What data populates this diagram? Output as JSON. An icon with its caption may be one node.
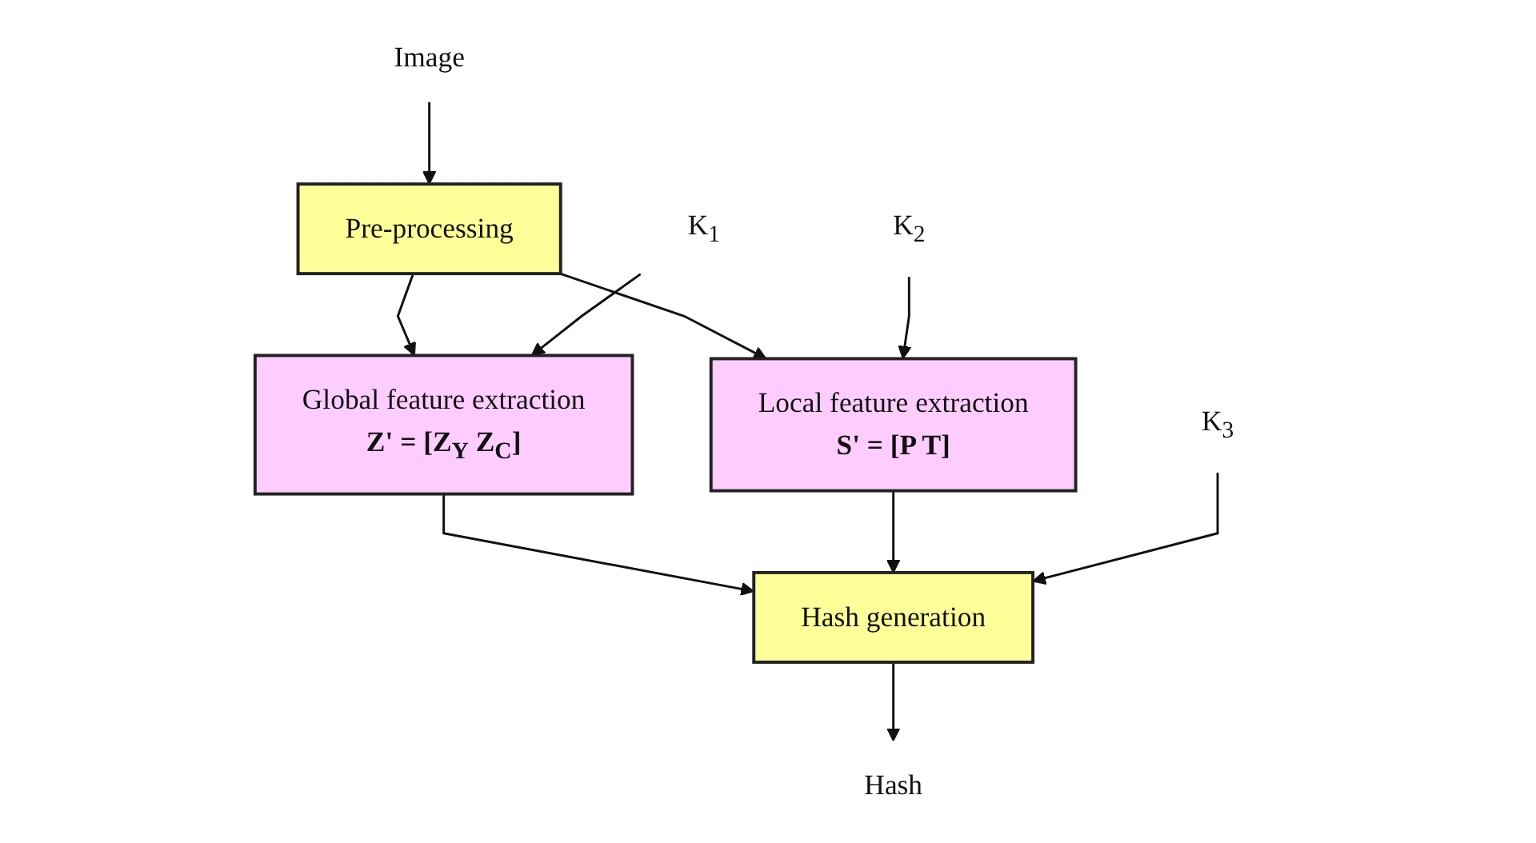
{
  "diagram": {
    "nodes": [
      {
        "text": [
          "Image"
        ]
      },
      {
        "text": [
          "Pre-processing"
        ]
      },
      {
        "text": [
          "K$_{1}$"
        ]
      },
      {
        "text": [
          "Global feature extraction",
          "Z' = [Z$_{Y}$ Z$_{C}$]"
        ]
      },
      {
        "text": [
          "Local feature extraction",
          "S' = [P T]"
        ]
      },
      {
        "text": [
          "K$_{2}$"
        ]
      },
      {
        "text": [
          "K$_{3}$"
        ]
      },
      {
        "text": [
          "Hash generation"
        ]
      },
      {
        "text": [
          "Hash"
        ]
      }
    ],
    "edges": [
      {
        "from": 0,
        "to": 1,
        "arrow": "to"
      },
      {
        "from": 1,
        "to": 3,
        "arrow": "to"
      },
      {
        "from": 1,
        "to": 4,
        "arrow": "to"
      },
      {
        "from": 2,
        "to": 3,
        "arrow": "to"
      },
      {
        "from": 5,
        "to": 4,
        "arrow": "to"
      },
      {
        "from": 3,
        "to": 7,
        "arrow": "to"
      },
      {
        "from": 4,
        "to": 7,
        "arrow": "to"
      },
      {
        "from": 6,
        "to": 7,
        "arrow": "to"
      },
      {
        "from": 7,
        "to": 8,
        "arrow": "to"
      }
    ]
  }
}
